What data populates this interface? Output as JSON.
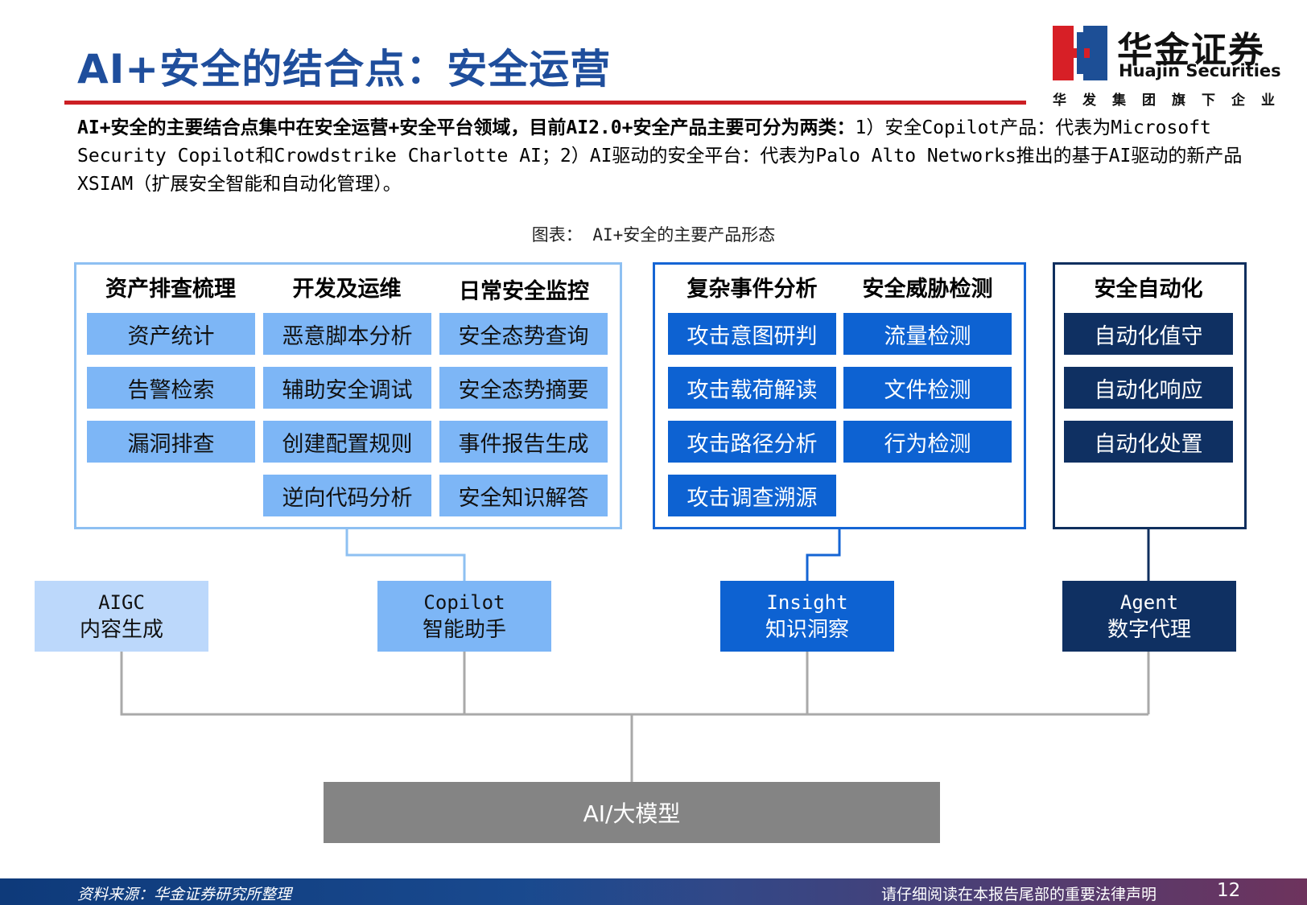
{
  "header": {
    "title": "AI+安全的结合点：安全运营"
  },
  "logo": {
    "name_cn": "华金证券",
    "name_en": "Huajin Securities",
    "slogan_chars": [
      "华",
      "发",
      "集",
      "团",
      "旗",
      "下",
      "企",
      "业"
    ],
    "colors": {
      "red": "#d71f26",
      "blue": "#1d4f96"
    }
  },
  "intro": {
    "bold_part": "AI+安全的主要结合点集中在安全运营+安全平台领域，目前AI2.0+安全产品主要可分为两类：",
    "rest_part": "1）安全Copilot产品：代表为Microsoft Security Copilot和Crowdstrike Charlotte AI；2）AI驱动的安全平台：代表为Palo Alto Networks推出的基于AI驱动的新产品XSIAM（扩展安全智能和自动化管理）。"
  },
  "figure": {
    "caption": "图表： AI+安全的主要产品形态"
  },
  "diagram": {
    "copilot_panel": {
      "columns": [
        {
          "header": "资产排查梳理",
          "items": [
            "资产统计",
            "告警检索",
            "漏洞排查"
          ]
        },
        {
          "header": "开发及运维",
          "items": [
            "恶意脚本分析",
            "辅助安全调试",
            "创建配置规则",
            "逆向代码分析"
          ]
        },
        {
          "header": "日常安全监控",
          "items": [
            "安全态势查询",
            "安全态势摘要",
            "事件报告生成",
            "安全知识解答"
          ]
        }
      ]
    },
    "insight_panel": {
      "columns": [
        {
          "header": "复杂事件分析",
          "items": [
            "攻击意图研判",
            "攻击载荷解读",
            "攻击路径分析",
            "攻击调查溯源"
          ]
        },
        {
          "header": "安全威胁检测",
          "items": [
            "流量检测",
            "文件检测",
            "行为检测"
          ]
        }
      ]
    },
    "agent_panel": {
      "columns": [
        {
          "header": "安全自动化",
          "items": [
            "自动化值守",
            "自动化响应",
            "自动化处置"
          ]
        }
      ]
    },
    "hubs": {
      "aigc": {
        "en": "AIGC",
        "cn": "内容生成"
      },
      "copilot": {
        "en": "Copilot",
        "cn": "智能助手"
      },
      "insight": {
        "en": "Insight",
        "cn": "知识洞察"
      },
      "agent": {
        "en": "Agent",
        "cn": "数字代理"
      }
    },
    "base": {
      "label": "AI/大模型"
    },
    "colors": {
      "light_fill": "#7db6f6",
      "mid_fill": "#0d62d2",
      "dark_fill": "#0f3062",
      "aigc_fill": "#bcd8fb",
      "base_fill": "#848484",
      "connector": "#a9a9a9"
    }
  },
  "footer": {
    "source": "资料来源：华金证券研究所整理",
    "notice": "请仔细阅读在本报告尾部的重要法律声明",
    "page": "12"
  }
}
